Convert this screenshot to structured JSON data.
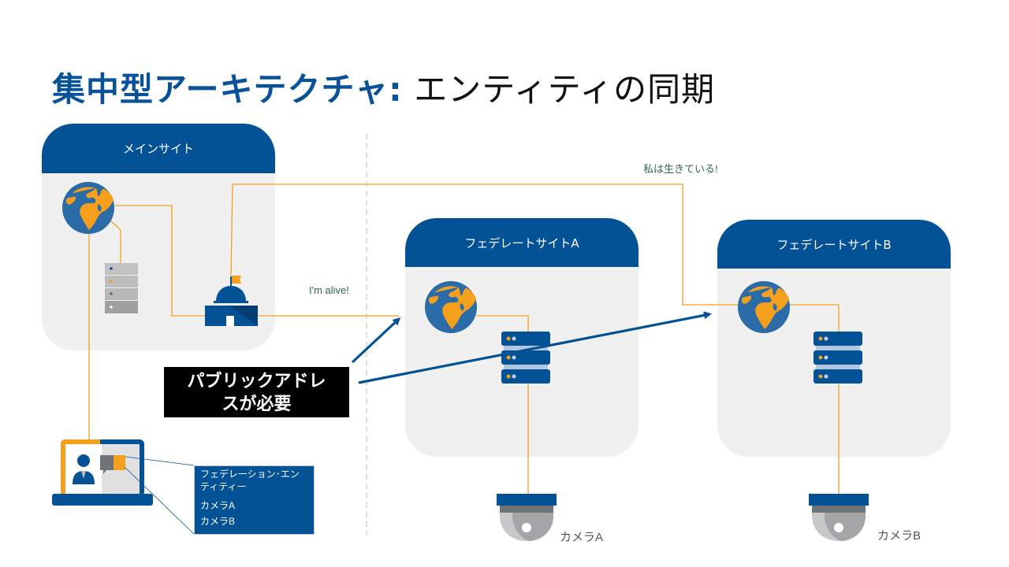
{
  "title": {
    "highlight": "集中型アーキテクチャ:",
    "rest": " エンティティの同期"
  },
  "sites": {
    "main": {
      "label": "メインサイト"
    },
    "federated_a": {
      "label": "フェデレートサイトA"
    },
    "federated_b": {
      "label": "フェデレートサイトB"
    }
  },
  "messages": {
    "im_alive_en": "I'm alive!",
    "im_alive_jp": "私は生きている!"
  },
  "callout": {
    "line1": "パブリックアドレ",
    "line2": "スが必要"
  },
  "entity_panel": {
    "title": "フェデレーション･エンティティー",
    "items": [
      "カメラA",
      "カメラB"
    ]
  },
  "cameras": {
    "a": {
      "label": "カメラA"
    },
    "b": {
      "label": "カメラB"
    }
  },
  "colors": {
    "brand_blue": "#045296",
    "orange": "#f5a01c",
    "panel_gray": "#f0f0f0",
    "message_green": "#2e6b4f"
  }
}
